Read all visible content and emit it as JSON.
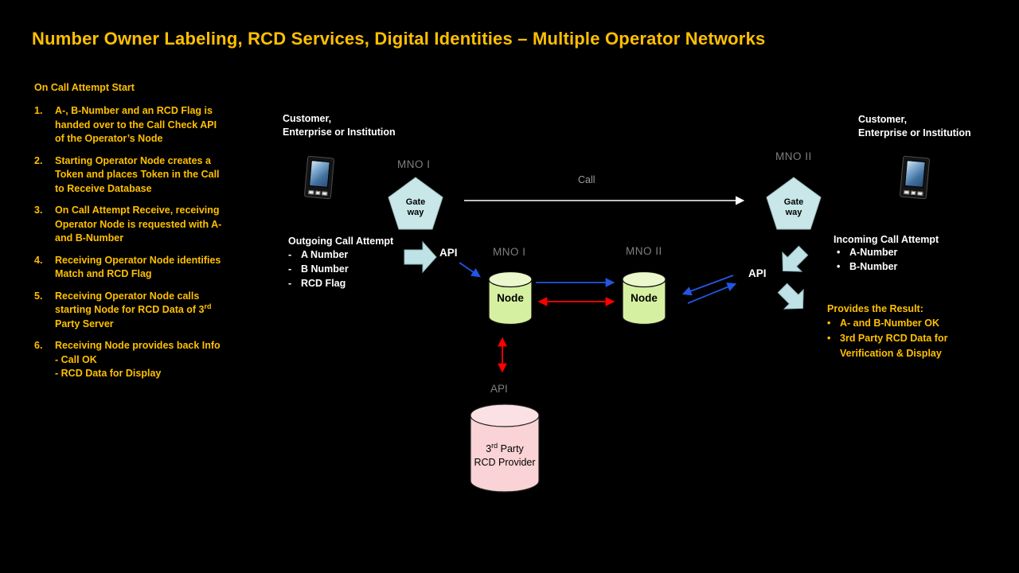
{
  "title": "Number Owner Labeling, RCD Services, Digital Identities – Multiple Operator Networks",
  "colors": {
    "background": "#000000",
    "accent_orange": "#FFC000",
    "white_text": "#FFFFFF",
    "gray_label": "#7F7F7F",
    "gateway_fill": "#C9E7E9",
    "block_arrow_fill": "#BFE2E6",
    "node_fill": "#D6F0A2",
    "provider_fill": "#F9D3D6",
    "blue_arrow": "#2256E3",
    "red_arrow": "#FF0000",
    "call_arrow": "#FFFFFF"
  },
  "left_panel": {
    "heading": "On Call Attempt Start",
    "steps": [
      {
        "num": "1.",
        "text": "A-, B-Number and an RCD Flag is handed over to the Call Check API of the Operator’s Node"
      },
      {
        "num": "2.",
        "text": "Starting Operator Node creates a Token and places Token in the Call to Receive Database"
      },
      {
        "num": "3.",
        "text": "On Call Attempt Receive, receiving Operator Node is requested with A- and B-Number"
      },
      {
        "num": "4.",
        "text": "Receiving Operator Node identifies Match and RCD Flag"
      },
      {
        "num": "5.",
        "text_pre": "Receiving Operator Node calls starting Node for RCD Data of 3",
        "sup": "rd",
        "text_post": " Party Server"
      },
      {
        "num": "6.",
        "text": "Receiving Node provides back Info",
        "line2": "- Call OK",
        "line3": "- RCD Data for Display"
      }
    ]
  },
  "diagram": {
    "left_customer": {
      "line1": "Customer,",
      "line2": "Enterprise or Institution"
    },
    "right_customer": {
      "line1": "Customer,",
      "line2": "Enterprise or Institution"
    },
    "mno1_gateway_label": "MNO I",
    "mno2_gateway_label": "MNO II",
    "gateway": {
      "line1": "Gate",
      "line2": "way"
    },
    "call_label": "Call",
    "outgoing": {
      "title": "Outgoing Call Attempt",
      "dash": "-",
      "items": [
        "A Number",
        "B Number",
        "RCD Flag"
      ]
    },
    "api_left": "API",
    "api_right": "API",
    "api_bottom": "API",
    "mno1_node_label": "MNO I",
    "mno2_node_label": "MNO II",
    "node_label": "Node",
    "incoming": {
      "title": "Incoming Call Attempt",
      "bullet": "•",
      "items": [
        "A-Number",
        "B-Number"
      ]
    },
    "result": {
      "title": "Provides the Result:",
      "bullet": "•",
      "items": [
        "A- and B-Number OK",
        "3rd Party RCD Data for Verification & Display"
      ]
    },
    "provider": {
      "line1_pre": "3",
      "line1_sup": "rd",
      "line1_post": " Party",
      "line2": "RCD Provider"
    }
  }
}
